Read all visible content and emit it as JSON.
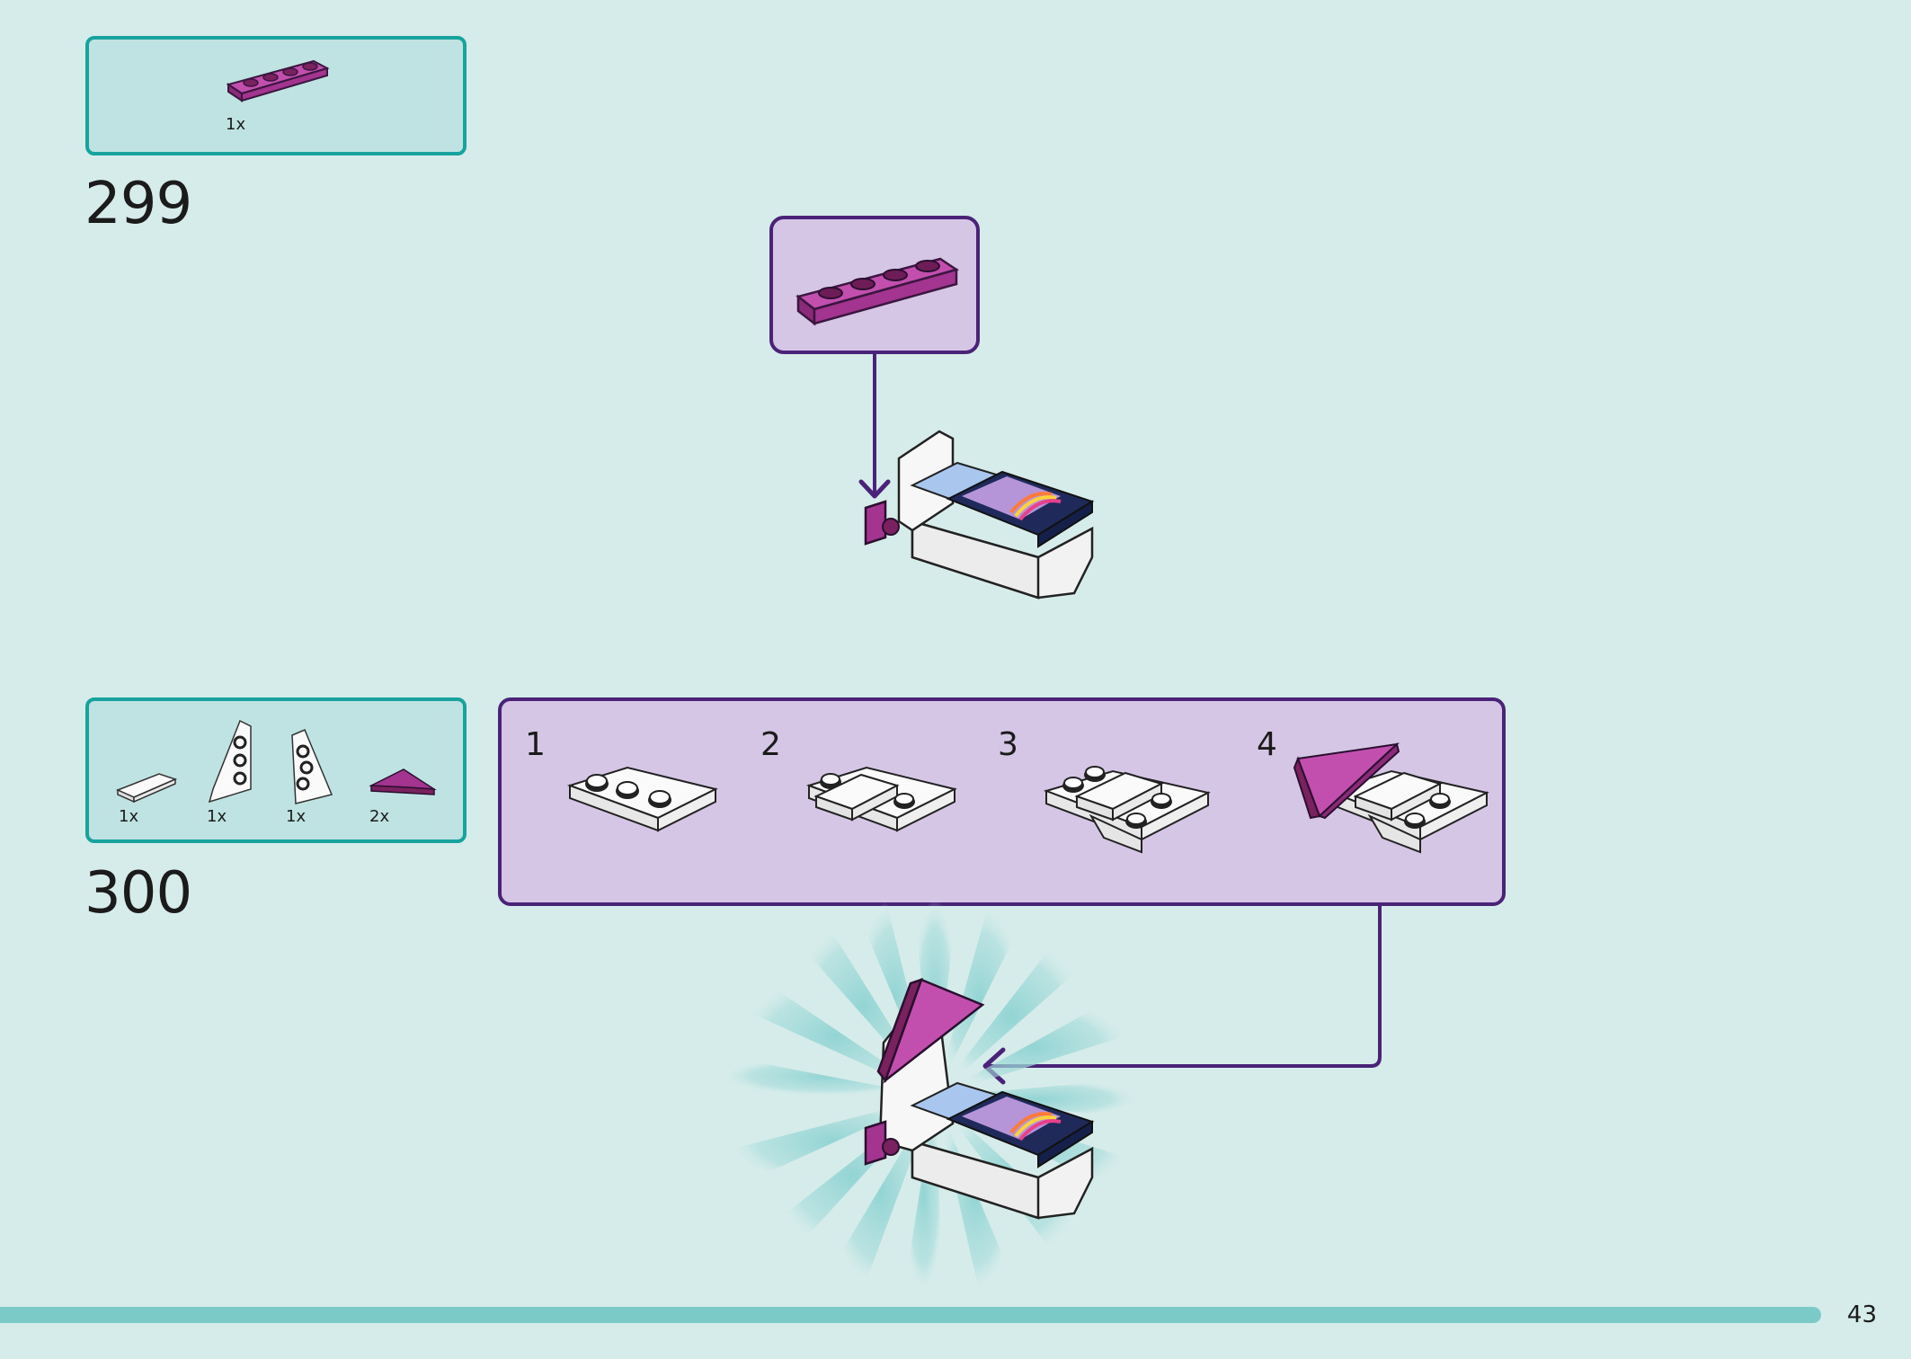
{
  "page": {
    "number": "43",
    "colors": {
      "background": "#d6ecea",
      "parts_box_border": "#17a39e",
      "parts_box_fill": "#bfe3e2",
      "subassembly_border": "#4a2378",
      "subassembly_fill": "#d6c6e6",
      "magenta_brick": "#a3348f",
      "navy_tile": "#1f2a5a"
    }
  },
  "steps": [
    {
      "number": "299",
      "parts": [
        {
          "icon": "magenta-1x4-plate-icon",
          "quantity": "1x"
        }
      ],
      "callout_part": "magenta-1x4-plate-icon"
    },
    {
      "number": "300",
      "parts": [
        {
          "icon": "white-tile-icon",
          "quantity": "1x"
        },
        {
          "icon": "white-wedge-plate-left-icon",
          "quantity": "1x"
        },
        {
          "icon": "white-wedge-plate-right-icon",
          "quantity": "1x"
        },
        {
          "icon": "magenta-wedge-tile-icon",
          "quantity": "2x"
        }
      ],
      "substeps": [
        {
          "number": "1"
        },
        {
          "number": "2"
        },
        {
          "number": "3"
        },
        {
          "number": "4"
        }
      ]
    }
  ]
}
